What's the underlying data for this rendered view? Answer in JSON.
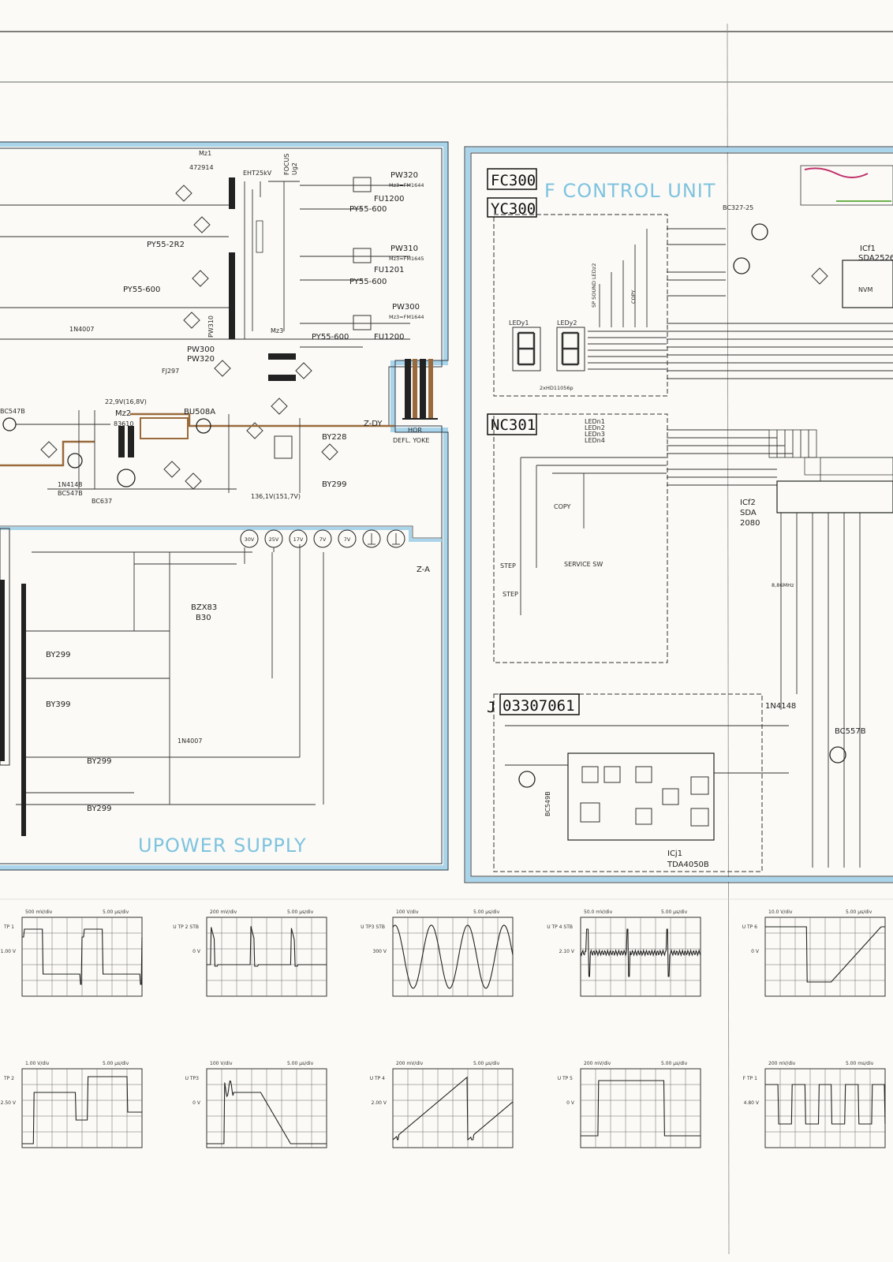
{
  "colors": {
    "frame": "#a9d4ea",
    "frame_dark": "#2f3b45",
    "title_blue": "#7ec3df",
    "hv_trace": "#9a6a3c",
    "paper": "#fbfaf6",
    "ink": "#2a2a2a"
  },
  "sections": {
    "power_title": "UPOWER SUPPLY",
    "control_title": "F CONTROL UNIT"
  },
  "blocks": {
    "fc300": "FC300",
    "yc300": "YC300",
    "nc301": "NC301",
    "j_module_prefix": "J",
    "j_module": "03307061"
  },
  "power_labels": {
    "mz1": "Mz1",
    "mz1_part": "472914",
    "eht": "EHT25kV",
    "focus": "FOCUS",
    "ug2": "Ug2",
    "pw320": "PW320",
    "pw320_note": "Mz3=FM1644",
    "pw310": "PW310",
    "pw310_note": "Mz3=FM1645",
    "pw300": "PW300",
    "pw300_note": "Mz3=FM1644",
    "fu1200": "FU1200",
    "fu1201": "FU1201",
    "py55_600": "PY55-600",
    "py55_2r2": "PY55-2R2",
    "n4007": "1N4007",
    "mz2": "Mz2",
    "mz2_part": "83610",
    "bu508a": "BU508A",
    "bc547b": "BC547B",
    "bc637": "BC637",
    "n4148": "1N4148",
    "fj297": "FJ297",
    "by228": "BY228",
    "by299": "BY299",
    "by399": "BY399",
    "hor": "HOR",
    "defl_yoke": "DEFL. YOKE",
    "zdy": "Z-DY",
    "za": "Z-A",
    "v229": "22,9V(16,8V)",
    "v136": "136,1V(151,7V)",
    "bzx83": "BZX83",
    "b30": "B30",
    "mz3": "Mz3",
    "pw310_vert": "PW310"
  },
  "voltage_taps": [
    "30V",
    "25V",
    "17V",
    "7V",
    "7V"
  ],
  "control_labels": {
    "bc327": "BC327-25",
    "icf1": "ICf1",
    "sda2526": "SDA2526",
    "nvm": "NVM",
    "icf2": "ICf2",
    "sda2080_a": "SDA",
    "sda2080_b": "2080",
    "service_sw": "SERVICE SW",
    "step": "STEP",
    "copy": "COPY",
    "display": "2xHD11056p",
    "ledy1": "LEDy1",
    "ledy2": "LEDy2",
    "ledn1": "LEDn1",
    "ledn2": "LEDn2",
    "ledn3": "LEDn3",
    "ledn4": "LEDn4",
    "xtal": "8,86MHz",
    "bc557b": "BC557B",
    "n4148": "1N4148",
    "bc549b": "BC549B",
    "tda4050b": "TDA4050B",
    "icj1": "ICj1",
    "sp_sound": "SP SOUND LEDz2",
    "led_copy": "COPY"
  },
  "scope_rows": [
    [
      {
        "label": "TP 1",
        "vdiv": "500 mV/div",
        "tdiv": "5.00 µs/div",
        "ref": "1.00 V",
        "wave": "pulse_ring"
      },
      {
        "label": "U TP 2 STB",
        "vdiv": "200 mV/div",
        "tdiv": "5.00 µs/div",
        "ref": "0 V",
        "wave": "spikes"
      },
      {
        "label": "U TP3  STB",
        "vdiv": "100 V/div",
        "tdiv": "5.00 µs/div",
        "ref": "300 V",
        "wave": "sine"
      },
      {
        "label": "U TP 4 STB",
        "vdiv": "50.0 mV/div",
        "tdiv": "5.00 µs/div",
        "ref": "2.10 V",
        "wave": "noise"
      },
      {
        "label": "U  TP 6",
        "vdiv": "10.0 V/div",
        "tdiv": "5.00 µs/div",
        "ref": "0 V",
        "wave": "square_slow"
      }
    ],
    [
      {
        "label": "TP 2",
        "vdiv": "1.00 V/div",
        "tdiv": "5.00 µs/div",
        "ref": "2.50 V",
        "wave": "square_round"
      },
      {
        "label": "U TP3",
        "vdiv": "100 V/div",
        "tdiv": "5.00 µs/div",
        "ref": "0 V",
        "wave": "flyback"
      },
      {
        "label": "U  TP 4",
        "vdiv": "200 mV/div",
        "tdiv": "5.00 µs/div",
        "ref": "2.00 V",
        "wave": "sawtooth"
      },
      {
        "label": "U  TP 5",
        "vdiv": "200 mV/div",
        "tdiv": "5.00 µs/div",
        "ref": "0 V",
        "wave": "square_wide"
      },
      {
        "label": "F TP 1",
        "vdiv": "200 mV/div",
        "tdiv": "5.00 ms/div",
        "ref": "4.80 V",
        "wave": "square_fast"
      }
    ]
  ]
}
